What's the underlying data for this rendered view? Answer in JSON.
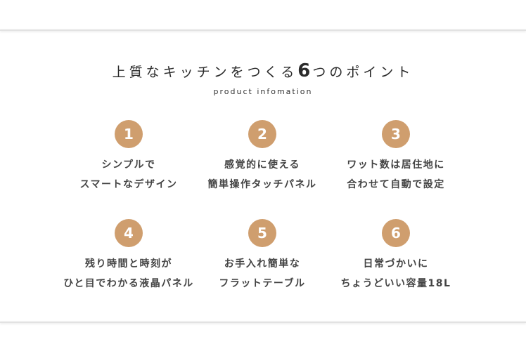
{
  "header": {
    "title_before": "上質なキッチンをつくる",
    "title_number": "6",
    "title_after": "つのポイント",
    "subtitle": "product infomation"
  },
  "accent_color": "#cf9e6e",
  "points": [
    {
      "number": "1",
      "line1": "シンプルで",
      "line2": "スマートなデザイン"
    },
    {
      "number": "2",
      "line1": "感覚的に使える",
      "line2": "簡単操作タッチパネル"
    },
    {
      "number": "3",
      "line1": "ワット数は居住地に",
      "line2": "合わせて自動で設定"
    },
    {
      "number": "4",
      "line1": "残り時間と時刻が",
      "line2": "ひと目でわかる液晶パネル"
    },
    {
      "number": "5",
      "line1": "お手入れ簡単な",
      "line2": "フラットテーブル"
    },
    {
      "number": "6",
      "line1": "日常づかいに",
      "line2": "ちょうどいい容量18L"
    }
  ]
}
